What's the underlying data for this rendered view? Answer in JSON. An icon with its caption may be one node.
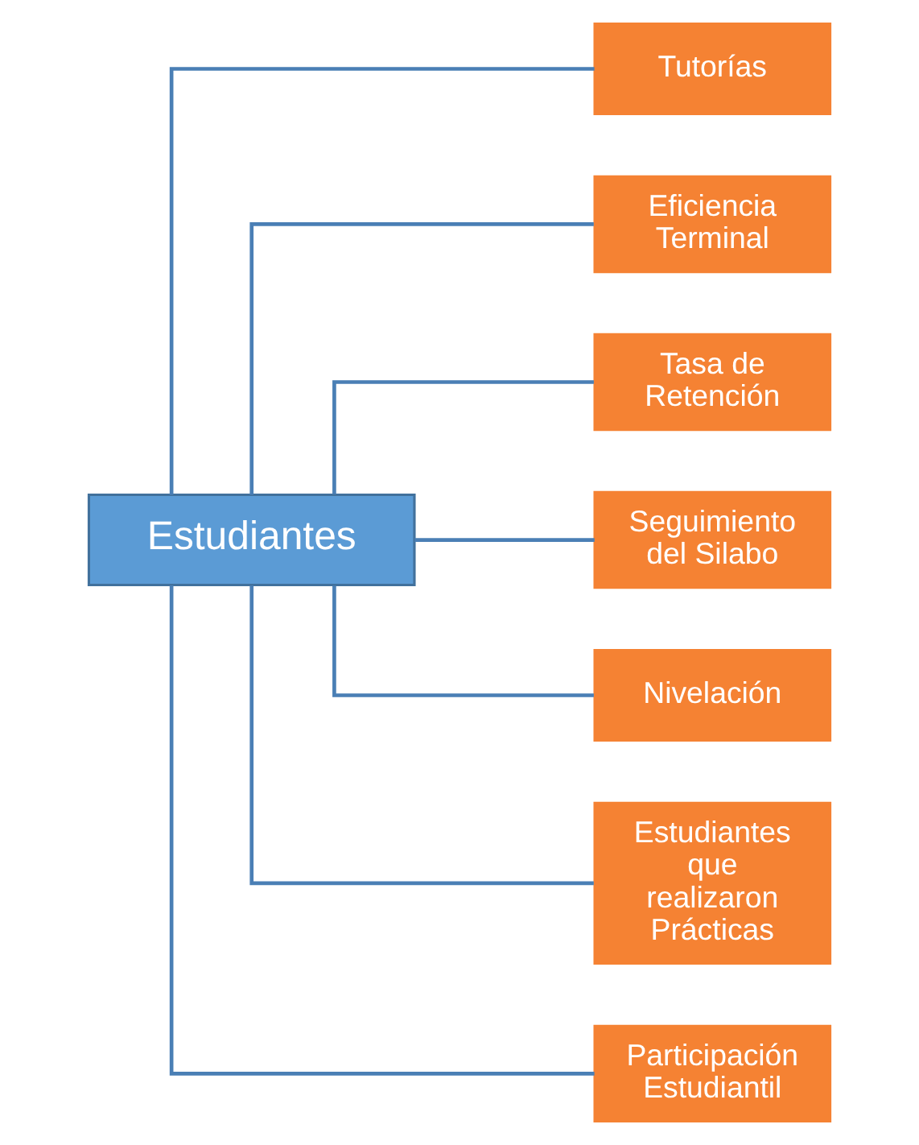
{
  "diagram": {
    "nodes": [
      {
        "text": [
          "Estudiantes"
        ]
      },
      {
        "text": [
          "Tutorías"
        ]
      },
      {
        "text": [
          "Eficiencia Terminal"
        ]
      },
      {
        "text": [
          "Tasa de Retención"
        ]
      },
      {
        "text": [
          "Seguimiento del Silabo"
        ]
      },
      {
        "text": [
          "Nivelación"
        ]
      },
      {
        "text": [
          "Estudiantes que realizaron Prácticas"
        ]
      },
      {
        "text": [
          "Participación Estudiantil"
        ]
      }
    ],
    "edges": [
      {
        "from": 0,
        "to": 1,
        "arrow": "none"
      },
      {
        "from": 0,
        "to": 2,
        "arrow": "none"
      },
      {
        "from": 0,
        "to": 3,
        "arrow": "none"
      },
      {
        "from": 0,
        "to": 4,
        "arrow": "none"
      },
      {
        "from": 0,
        "to": 5,
        "arrow": "none"
      },
      {
        "from": 0,
        "to": 6,
        "arrow": "none"
      },
      {
        "from": 0,
        "to": 7,
        "arrow": "none"
      }
    ]
  }
}
